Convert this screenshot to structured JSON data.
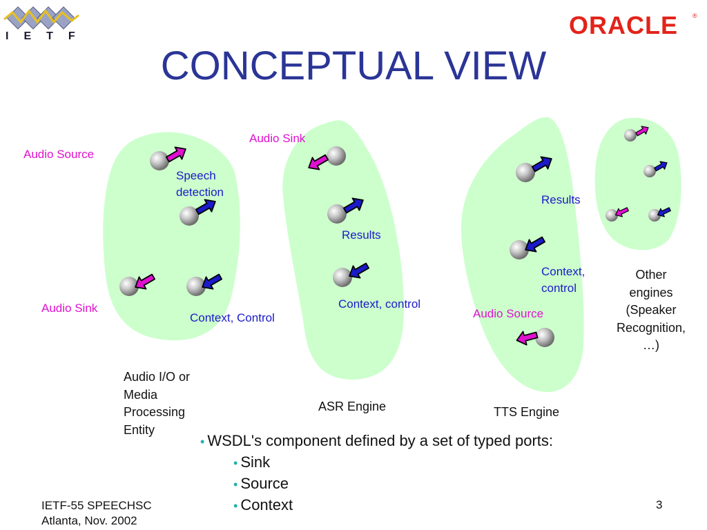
{
  "header": {
    "title": "CONCEPTUAL VIEW",
    "ietf_text": "IETF",
    "oracle_text": "ORACLE",
    "oracle_reg": "®"
  },
  "labels": {
    "audio_source_1": "Audio Source",
    "speech_detection_1": "Speech",
    "speech_detection_2": "detection",
    "audio_sink_1": "Audio Sink",
    "context_control_1": "Context, Control",
    "audio_sink_2": "Audio Sink",
    "results_1": "Results",
    "context_control_2": "Context, control",
    "results_2": "Results",
    "context_control_3a": "Context,",
    "context_control_3b": "control",
    "audio_source_2": "Audio Source",
    "other_1": "Other",
    "other_2": "engines",
    "other_3": "(Speaker",
    "other_4": "Recognition,",
    "other_5": "…)",
    "audio_io_1": "Audio I/O or",
    "audio_io_2": "Media",
    "audio_io_3": "Processing",
    "audio_io_4": "Entity",
    "asr_engine": "ASR Engine",
    "tts_engine": "TTS Engine"
  },
  "bullets": {
    "main": "WSDL's component defined by a set of  typed ports:",
    "sub": [
      "Sink",
      "Source",
      "Context"
    ]
  },
  "footer": {
    "line1": "IETF-55 SPEECHSC",
    "line2": "Atlanta, Nov. 2002",
    "page": "3"
  },
  "colors": {
    "title": "#2B3596",
    "blob": "#CCFFCC",
    "source_arrow": "#E010D0",
    "context_arrow": "#1A1AC8",
    "bullet": "#20B2AA",
    "oracle": "#E2231A"
  }
}
